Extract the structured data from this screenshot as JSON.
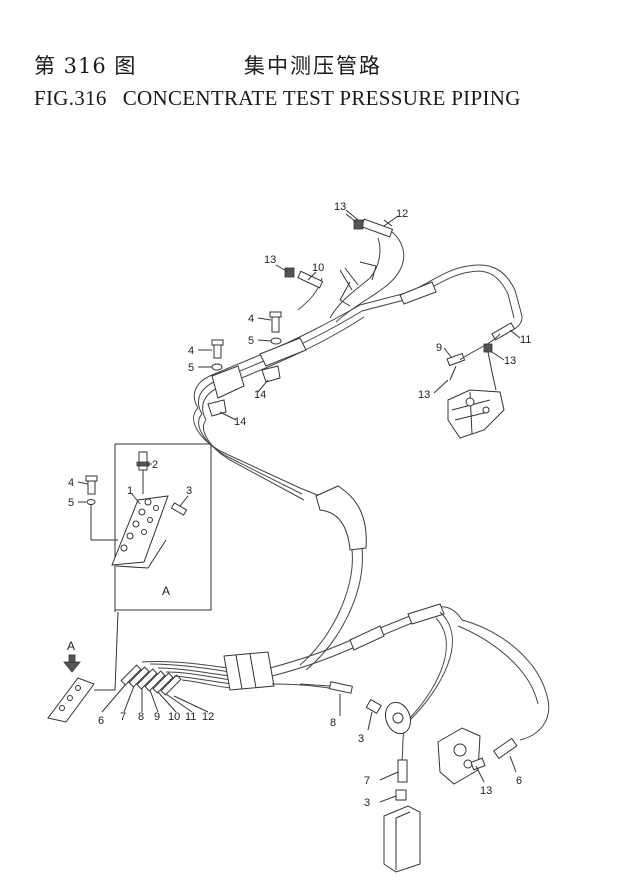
{
  "title": {
    "cn_fig": "第 316 图",
    "cn_name": "集中测压管路",
    "en_fig": "FIG.316",
    "en_name": "CONCENTRATE TEST PRESSURE PIPING"
  },
  "detail_view": {
    "label": "A",
    "arrow_label": "A"
  },
  "callouts": [
    {
      "id": "c13a",
      "text": "13"
    },
    {
      "id": "c12a",
      "text": "12"
    },
    {
      "id": "c13b",
      "text": "13"
    },
    {
      "id": "c10a",
      "text": "10"
    },
    {
      "id": "c4a",
      "text": "4"
    },
    {
      "id": "c5a",
      "text": "5"
    },
    {
      "id": "c4b",
      "text": "4"
    },
    {
      "id": "c5b",
      "text": "5"
    },
    {
      "id": "c14a",
      "text": "14"
    },
    {
      "id": "c14b",
      "text": "14"
    },
    {
      "id": "c11a",
      "text": "11"
    },
    {
      "id": "c9a",
      "text": "9"
    },
    {
      "id": "c13c",
      "text": "13"
    },
    {
      "id": "c13d",
      "text": "13"
    },
    {
      "id": "c2",
      "text": "2"
    },
    {
      "id": "c4c",
      "text": "4"
    },
    {
      "id": "c1",
      "text": "1"
    },
    {
      "id": "c3a",
      "text": "3"
    },
    {
      "id": "c5c",
      "text": "5"
    },
    {
      "id": "c6a",
      "text": "6"
    },
    {
      "id": "c7a",
      "text": "7"
    },
    {
      "id": "c8a",
      "text": "8"
    },
    {
      "id": "c9b",
      "text": "9"
    },
    {
      "id": "c10b",
      "text": "10"
    },
    {
      "id": "c11b",
      "text": "11"
    },
    {
      "id": "c12b",
      "text": "12"
    },
    {
      "id": "c8b",
      "text": "8"
    },
    {
      "id": "c3b",
      "text": "3"
    },
    {
      "id": "c7b",
      "text": "7"
    },
    {
      "id": "c3c",
      "text": "3"
    },
    {
      "id": "c13e",
      "text": "13"
    },
    {
      "id": "c6b",
      "text": "6"
    }
  ]
}
